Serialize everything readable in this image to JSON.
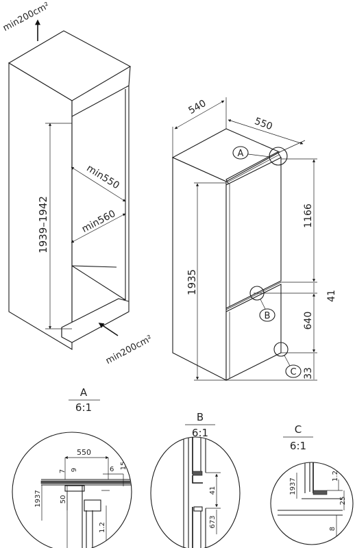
{
  "cabinet": {
    "top_vent_label": "min200cm²",
    "bottom_vent_label": "min200cm²",
    "height_label": "1939–1942",
    "depth_label": "min550",
    "width_label": "min560"
  },
  "fridge": {
    "width_label": "540",
    "depth_label": "550",
    "height_label": "1935",
    "upper_door_label": "1166",
    "gap_label": "41",
    "lower_door_label": "640",
    "bottom_label": "33",
    "callout_a": "A",
    "callout_b": "B",
    "callout_c": "C"
  },
  "details": {
    "a": {
      "letter": "A",
      "scale": "6:1",
      "dims": {
        "d550": "550",
        "d7": "7",
        "d9": "9",
        "d6": "6",
        "d15": "15",
        "d1937": "1937",
        "d50": "50",
        "d12": "1.2"
      }
    },
    "b": {
      "letter": "B",
      "scale": "6:1",
      "dims": {
        "d41": "41",
        "d673": "673"
      }
    },
    "c": {
      "letter": "C",
      "scale": "6:1",
      "dims": {
        "d1937": "1937",
        "d12": "1.2",
        "d25": "25",
        "d8": "8"
      }
    }
  }
}
